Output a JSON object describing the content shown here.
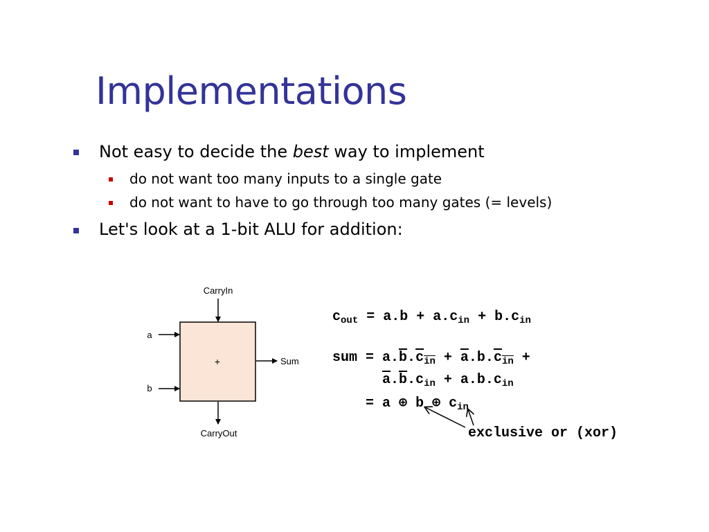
{
  "slide": {
    "title": "Implementations",
    "bullets": [
      {
        "text_before": "Not easy to decide the ",
        "text_emph": "best",
        "text_after": " way to implement",
        "subbullets": [
          "do not want too many inputs to a single gate",
          "do not want to have to go through too many gates (= levels)"
        ]
      },
      {
        "text": "Let's look at a 1-bit ALU for addition:"
      }
    ]
  },
  "diagram": {
    "carry_in_label": "CarryIn",
    "carry_out_label": "CarryOut",
    "input_a_label": "a",
    "input_b_label": "b",
    "output_label": "Sum",
    "block_symbol": "+",
    "block_color": "#fbe5d6"
  },
  "equations": {
    "cout_lhs": "c",
    "cout_lhs_sub": "out",
    "sub_in": "in",
    "sum_lhs": "sum",
    "xor_symbol": "⊕",
    "note": "exclusive or (xor)"
  },
  "colors": {
    "title": "#333399",
    "bullet_level1": "#333399",
    "bullet_level2": "#cc0000"
  }
}
